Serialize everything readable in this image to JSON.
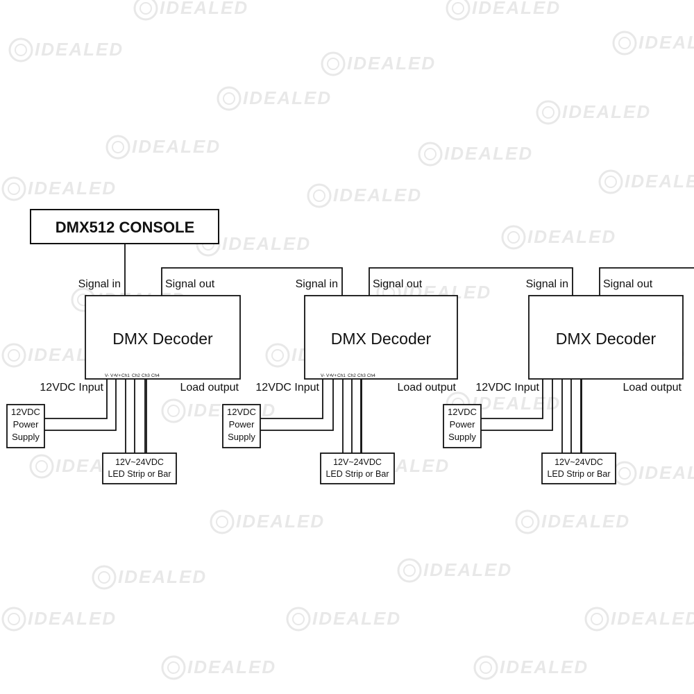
{
  "diagram": {
    "console": {
      "label": "DMX512 CONSOLE"
    },
    "decoders": [
      {
        "title": "DMX Decoder",
        "signal_in": "Signal in",
        "signal_out": "Signal out",
        "power_input": "12VDC Input",
        "load_output": "Load output",
        "pins": [
          "V-",
          "V+",
          "V+",
          "Ch1",
          "Ch2",
          "Ch3",
          "Ch4"
        ],
        "power_supply": [
          "12VDC",
          "Power",
          "Supply"
        ],
        "led_load": [
          "12V~24VDC",
          "LED Strip or Bar"
        ]
      },
      {
        "title": "DMX Decoder",
        "signal_in": "Signal in",
        "signal_out": "Signal out",
        "power_input": "12VDC Input",
        "load_output": "Load output",
        "pins": [
          "V-",
          "V+",
          "V+",
          "Ch1",
          "Ch2",
          "Ch3",
          "Ch4"
        ],
        "power_supply": [
          "12VDC",
          "Power",
          "Supply"
        ],
        "led_load": [
          "12V~24VDC",
          "LED Strip or Bar"
        ]
      },
      {
        "title": "DMX Decoder",
        "signal_in": "Signal in",
        "signal_out": "Signal out",
        "power_input": "12VDC Input",
        "load_output": "Load output",
        "pins": [],
        "power_supply": [
          "12VDC",
          "Power",
          "Supply"
        ],
        "led_load": [
          "12V~24VDC",
          "LED Strip or Bar"
        ]
      }
    ],
    "watermark": {
      "text": "IDEALED",
      "color": "#e8e8e8"
    },
    "line_color": "#111111"
  }
}
